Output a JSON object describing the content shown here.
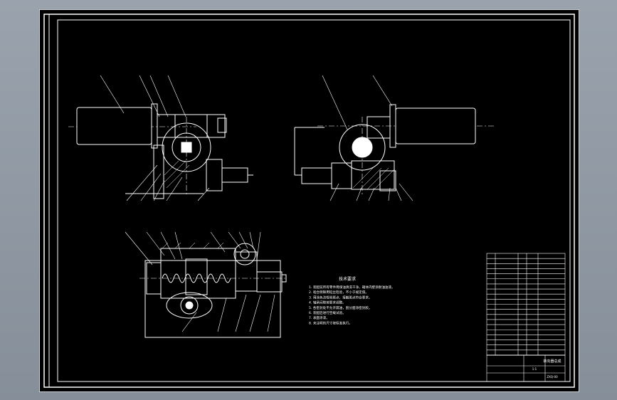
{
  "drawing": {
    "background_color": "#000000",
    "line_color": "#ffffff",
    "viewport_background": "#8f98a2"
  },
  "technical_requirements": {
    "title": "技术要求",
    "items": [
      "1. 装配前所有零件用煤油清洗干净，箱体内壁涂耐油油漆。",
      "2. 啮合侧隙用铅丝检验，不小于规定值。",
      "3. 用涂色法检验斑点，接触斑点符合要求。",
      "4. 轴承间隙按要求调整。",
      "5. 各密封处不允许漏油，剖分面涂密封胶。",
      "6. 装配后进行空载试验。",
      "7. 表面涂漆。",
      "8. 未注明的尺寸按标准执行。"
    ]
  },
  "title_block": {
    "name": "转向器总成",
    "scale": "1:1",
    "drawing_no": "ZXQ-00"
  }
}
